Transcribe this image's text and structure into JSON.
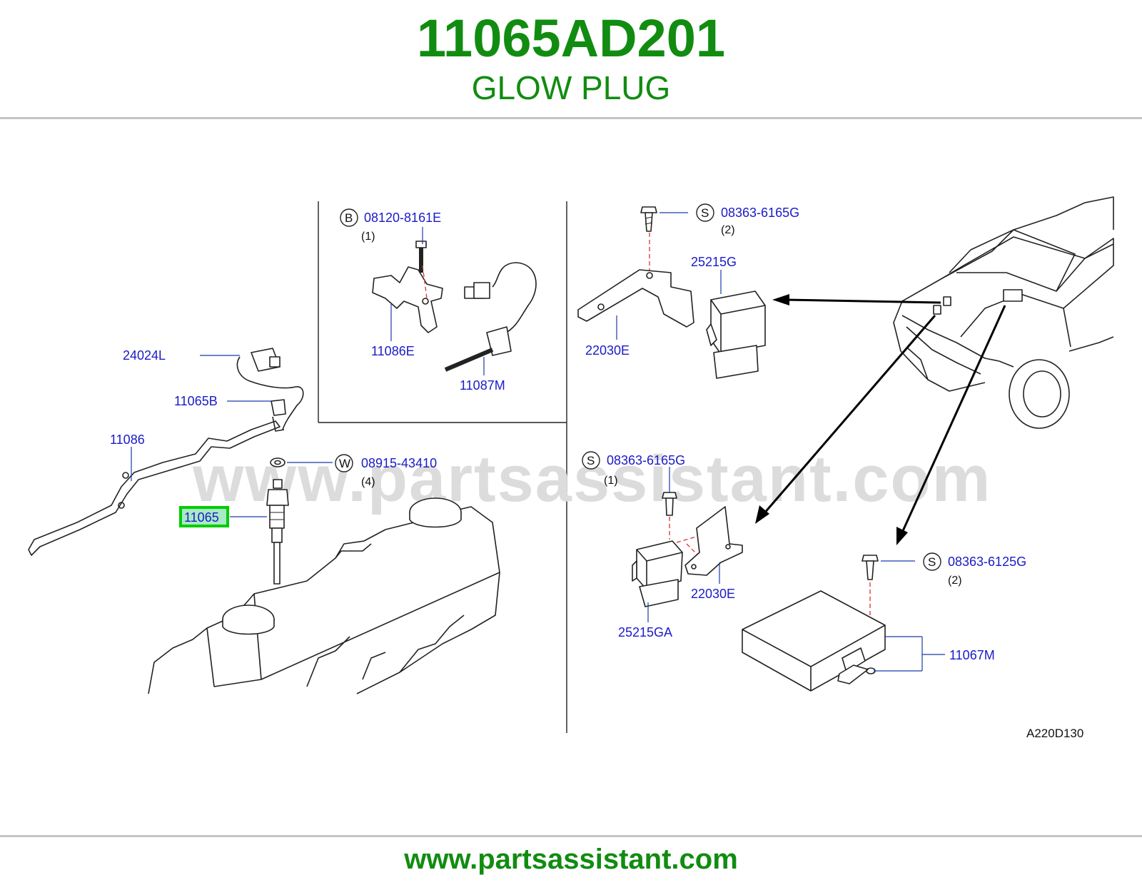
{
  "header": {
    "part_number": "11065AD201",
    "part_name": "GLOW PLUG"
  },
  "footer": {
    "url": "www.partsassistant.com"
  },
  "diagram": {
    "watermark": "www.partsassistant.com",
    "reference_code": "A220D130",
    "highlight_color": "#00cc00",
    "label_color": "#1a1ac8",
    "brand_color": "#118c11",
    "callouts": {
      "b1": {
        "letter": "B",
        "part": "08120-8161E",
        "qty": "(1)"
      },
      "s_top": {
        "letter": "S",
        "part": "08363-6165G",
        "qty": "(2)"
      },
      "w1": {
        "letter": "W",
        "part": "08915-43410",
        "qty": "(4)"
      },
      "s_mid": {
        "letter": "S",
        "part": "08363-6165G",
        "qty": "(1)"
      },
      "s_right": {
        "letter": "S",
        "part": "08363-6125G",
        "qty": "(2)"
      }
    },
    "parts": {
      "p11086E": "11086E",
      "p11087M": "11087M",
      "p24024L": "24024L",
      "p11065B": "11065B",
      "p11086": "11086",
      "p11065": "11065",
      "p25215G": "25215G",
      "p22030E_top": "22030E",
      "p22030E_mid": "22030E",
      "p25215GA": "25215GA",
      "p11067M": "11067M"
    }
  }
}
